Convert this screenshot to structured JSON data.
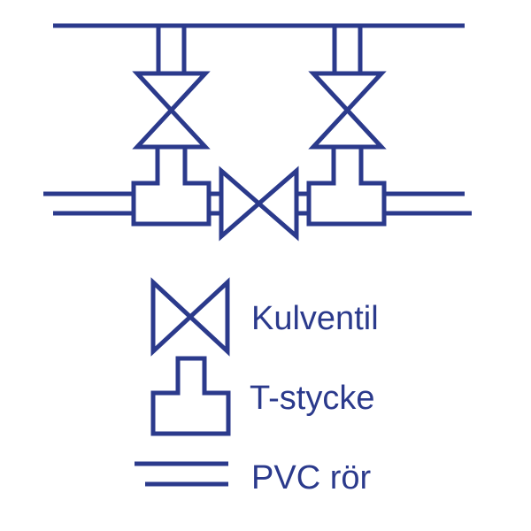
{
  "color": "#2b3a8c",
  "legend": {
    "valve_label": "Kulventil",
    "tee_label": "T-stycke",
    "pipe_label": "PVC rör"
  }
}
